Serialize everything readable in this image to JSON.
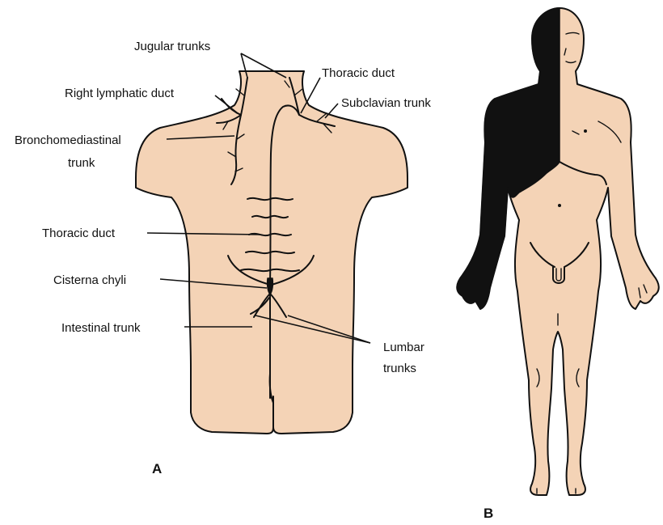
{
  "colors": {
    "skin": "#f4d3b6",
    "outline": "#111111",
    "drained_region": "#111111",
    "background": "#ffffff"
  },
  "panel_a": {
    "letter": "A",
    "labels": {
      "jugular_trunks": "Jugular trunks",
      "thoracic_duct_top": "Thoracic duct",
      "right_lymphatic_duct": "Right lymphatic duct",
      "subclavian_trunk": "Subclavian trunk",
      "bronchomediastinal_line1": "Bronchomediastinal",
      "bronchomediastinal_line2": "trunk",
      "thoracic_duct_mid": "Thoracic duct",
      "cisterna_chyli": "Cisterna chyli",
      "intestinal_trunk": "Intestinal trunk",
      "lumbar_line1": "Lumbar",
      "lumbar_line2": "trunks"
    }
  },
  "panel_b": {
    "letter": "B"
  }
}
